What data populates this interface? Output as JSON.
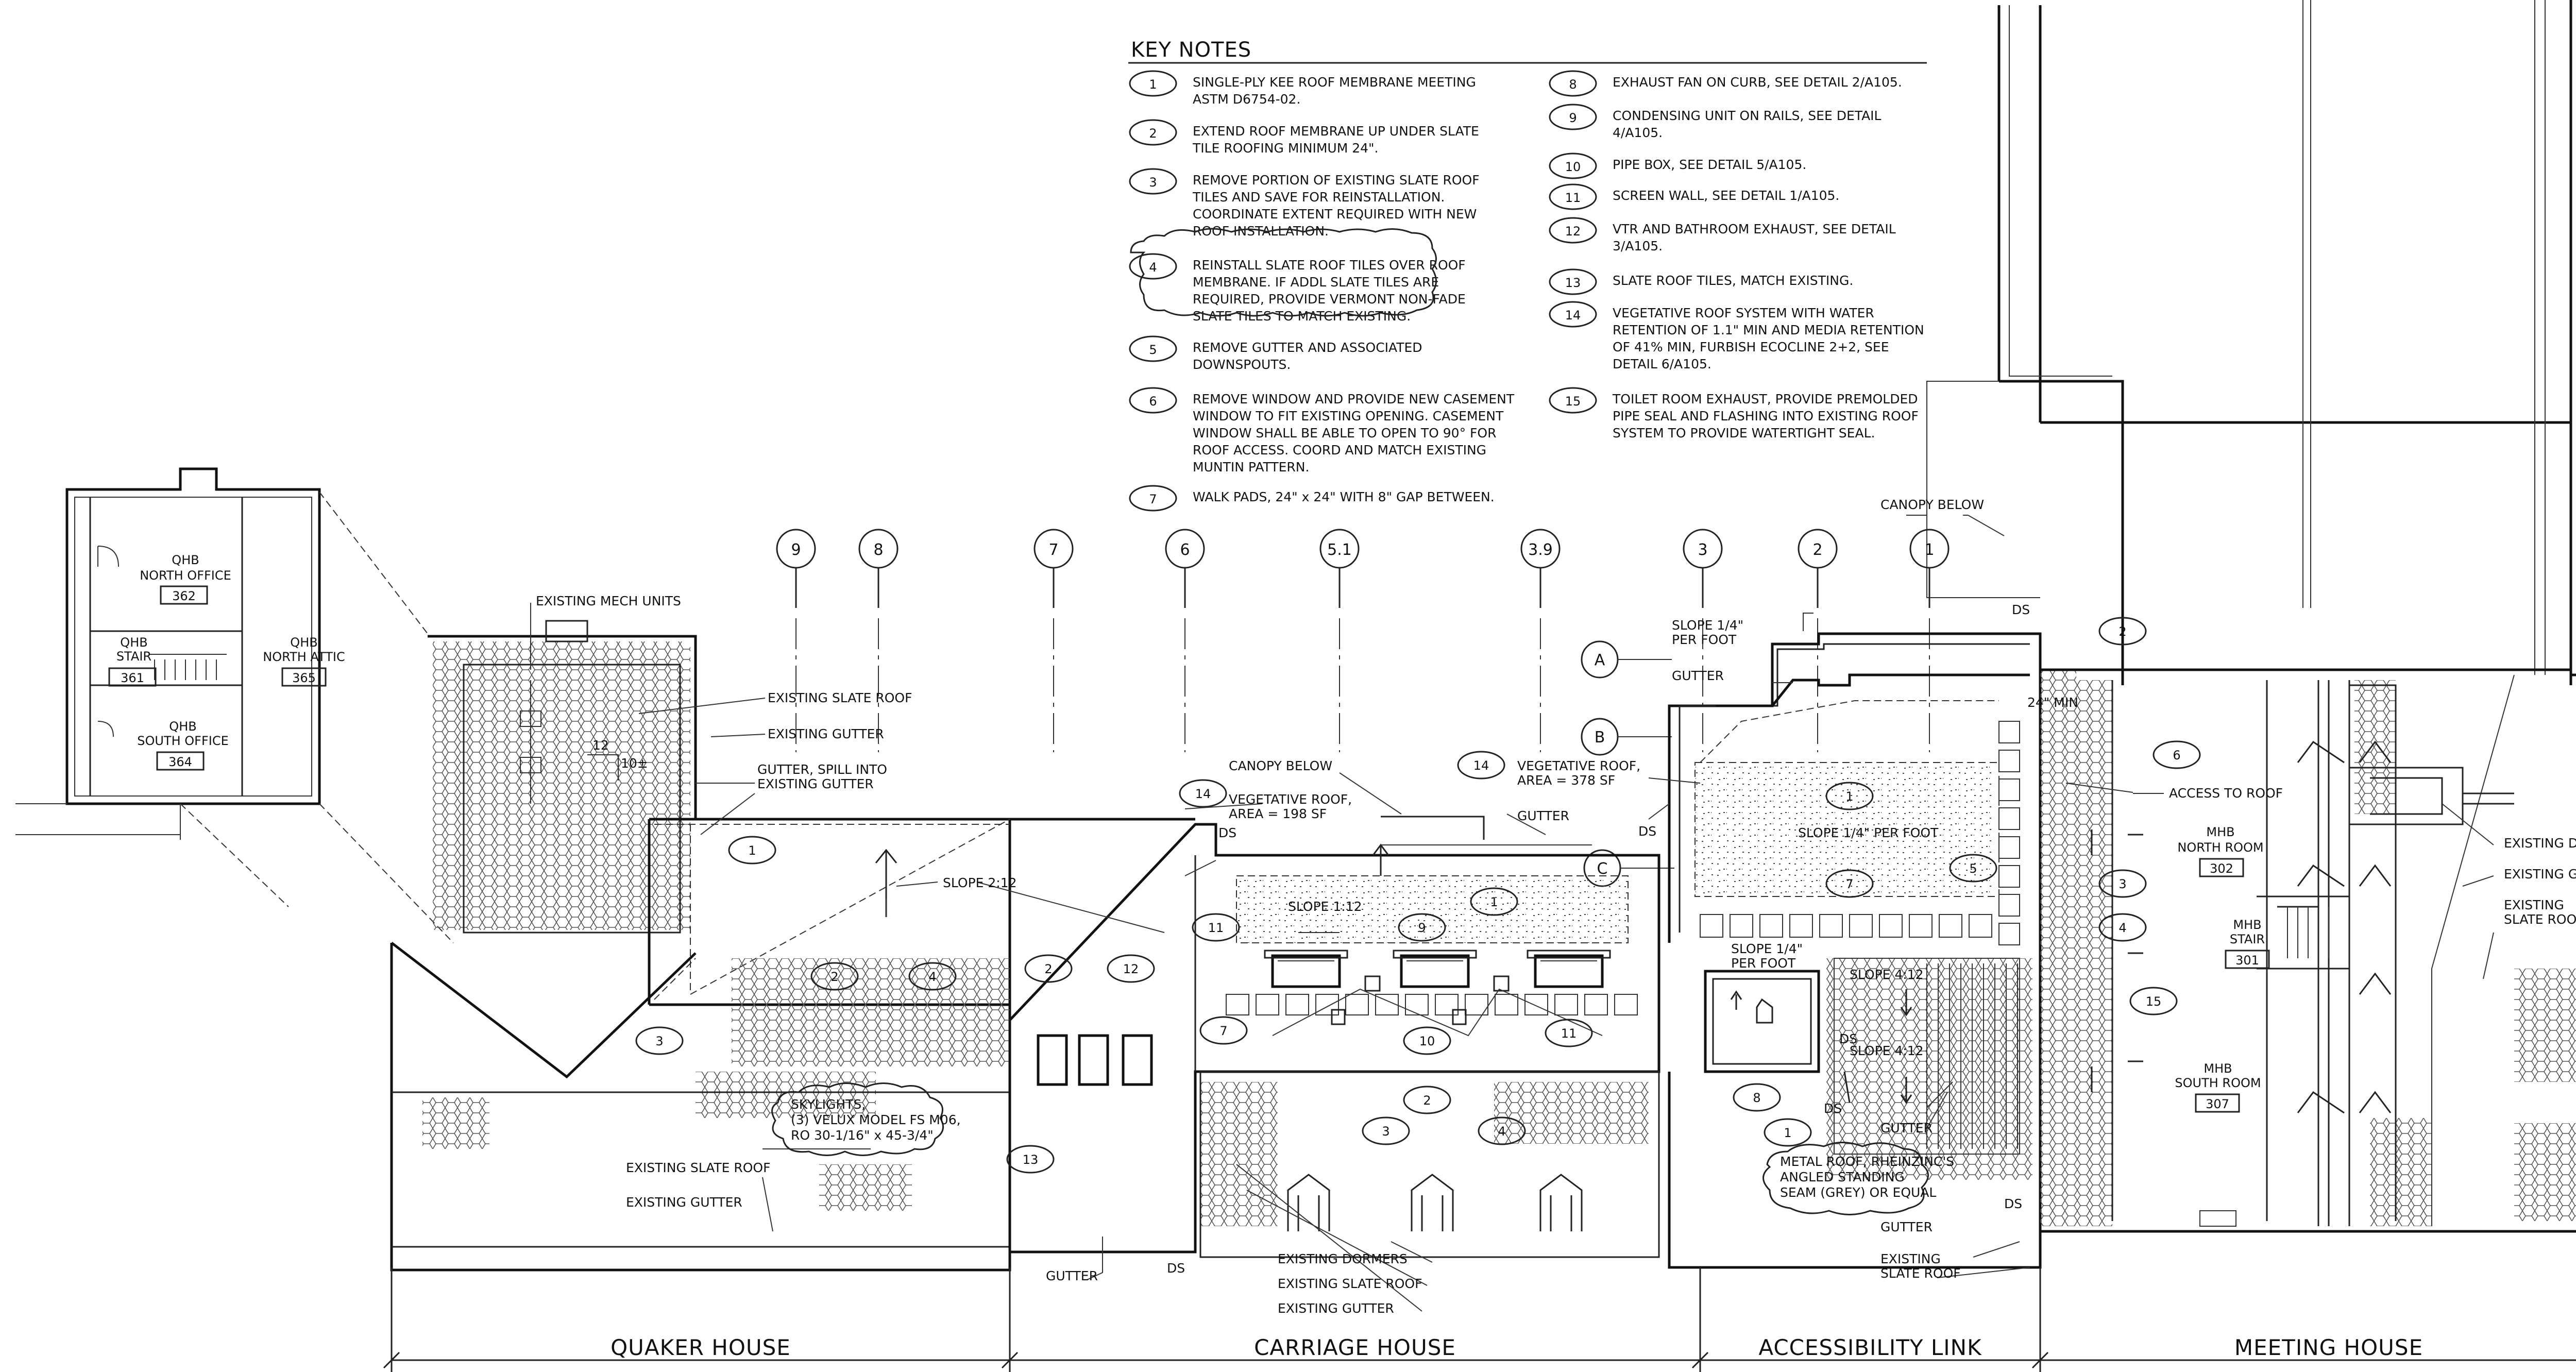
{
  "key_notes": {
    "title": "KEY NOTES",
    "left_column": [
      {
        "num": "1",
        "lines": [
          "SINGLE-PLY KEE ROOF MEMBRANE MEETING",
          "ASTM D6754-02."
        ]
      },
      {
        "num": "2",
        "lines": [
          "EXTEND ROOF MEMBRANE UP UNDER SLATE",
          "TILE ROOFING MINIMUM 24\"."
        ]
      },
      {
        "num": "3",
        "lines": [
          "REMOVE PORTION OF EXISTING SLATE ROOF",
          "TILES AND SAVE FOR REINSTALLATION.",
          "COORDINATE EXTENT REQUIRED WITH NEW",
          "ROOF INSTALLATION."
        ]
      },
      {
        "num": "4",
        "lines": [
          "REINSTALL SLATE ROOF TILES OVER ROOF",
          "MEMBRANE.  IF ADDL SLATE TILES ARE",
          "REQUIRED, PROVIDE VERMONT NON-FADE",
          "SLATE TILES TO MATCH EXISTING."
        ]
      },
      {
        "num": "5",
        "lines": [
          "REMOVE GUTTER AND ASSOCIATED",
          "DOWNSPOUTS."
        ]
      },
      {
        "num": "6",
        "lines": [
          "REMOVE WINDOW AND PROVIDE NEW CASEMENT",
          "WINDOW TO FIT EXISTING OPENING.  CASEMENT",
          "WINDOW SHALL BE ABLE TO OPEN TO 90° FOR",
          "ROOF ACCESS.  COORD AND MATCH EXISTING",
          "MUNTIN PATTERN."
        ]
      },
      {
        "num": "7",
        "lines": [
          "WALK PADS, 24\" x 24\" WITH 8\" GAP BETWEEN."
        ]
      }
    ],
    "right_column": [
      {
        "num": "8",
        "lines": [
          "EXHAUST FAN ON CURB, SEE DETAIL 2/A105."
        ]
      },
      {
        "num": "9",
        "lines": [
          "CONDENSING UNIT ON RAILS, SEE DETAIL",
          "4/A105."
        ]
      },
      {
        "num": "10",
        "lines": [
          "PIPE BOX, SEE DETAIL 5/A105."
        ]
      },
      {
        "num": "11",
        "lines": [
          "SCREEN WALL, SEE DETAIL 1/A105."
        ]
      },
      {
        "num": "12",
        "lines": [
          "VTR AND BATHROOM EXHAUST, SEE DETAIL",
          "3/A105."
        ]
      },
      {
        "num": "13",
        "lines": [
          "SLATE ROOF TILES, MATCH EXISTING."
        ]
      },
      {
        "num": "14",
        "lines": [
          "VEGETATIVE ROOF SYSTEM WITH WATER",
          "RETENTION OF 1.1\" MIN AND MEDIA RETENTION",
          "OF 41% MIN, FURBISH ECOCLINE 2+2, SEE",
          "DETAIL 6/A105."
        ]
      },
      {
        "num": "15",
        "lines": [
          "TOILET ROOM EXHAUST, PROVIDE PREMOLDED",
          "PIPE SEAL AND FLASHING INTO EXISTING ROOF",
          "SYSTEM TO PROVIDE WATERTIGHT SEAL."
        ]
      }
    ]
  },
  "grid_columns": [
    "9",
    "8",
    "7",
    "6",
    "5.1",
    "3.9",
    "3",
    "2",
    "1"
  ],
  "grid_rows": [
    "A",
    "B",
    "C"
  ],
  "rooms": {
    "north_office": {
      "name1": "QHB",
      "name2": "NORTH OFFICE",
      "num": "362"
    },
    "stair": {
      "name1": "QHB",
      "name2": "STAIR",
      "num": "361"
    },
    "north_attic": {
      "name1": "QHB",
      "name2": "NORTH ATTIC",
      "num": "365"
    },
    "south_office": {
      "name1": "QHB",
      "name2": "SOUTH OFFICE",
      "num": "364"
    },
    "mh_north": {
      "name1": "MHB",
      "name2": "NORTH ROOM",
      "num": "302"
    },
    "mh_stair": {
      "name1": "MHB",
      "name2": "STAIR",
      "num": "301"
    },
    "mh_south": {
      "name1": "MHB",
      "name2": "SOUTH ROOM",
      "num": "307"
    }
  },
  "labels": {
    "existing_mech_units": "EXISTING MECH UNITS",
    "existing_slate_roof": "EXISTING SLATE ROOF",
    "existing_gutter": "EXISTING GUTTER",
    "gutter_spill_1": "GUTTER, SPILL INTO",
    "gutter_spill_2": "EXISTING GUTTER",
    "slope_2_12": "SLOPE 2:12",
    "slope_1_12": "SLOPE 1:12",
    "canopy_below": "CANOPY BELOW",
    "veg_roof_198_1": "VEGETATIVE ROOF,",
    "veg_roof_198_2": "AREA = 198 SF",
    "veg_roof_378_1": "VEGETATIVE ROOF,",
    "veg_roof_378_2": "AREA = 378 SF",
    "gutter": "GUTTER",
    "ds": "DS",
    "slope_quarter_1": "SLOPE 1/4\"",
    "slope_quarter_2": "PER FOOT",
    "slope_quarter_per_foot": "SLOPE 1/4\" PER FOOT",
    "slope_4_12": "SLOPE 4:12",
    "min_24": "24\" MIN",
    "access_to_roof": "ACCESS TO ROOF",
    "existing_dormers": "EXISTING DORMERS",
    "existing_slate_roof_1": "EXISTING",
    "existing_slate_roof_2": "SLATE ROOF",
    "skylights_1": "SKYLIGHTS,",
    "skylights_2": "(3) VELUX MODEL FS M06,",
    "skylights_3": "RO 30-1/16\" x 45-3/4\"",
    "metal_roof_1": "METAL ROOF, RHEINZINC'S",
    "metal_roof_2": "ANGLED STANDING",
    "metal_roof_3": "SEAM (GREY) OR EQUAL",
    "pitch_12": "12",
    "pitch_10": "10±"
  },
  "building_names": [
    "QUAKER HOUSE",
    "CARRIAGE HOUSE",
    "ACCESSIBILITY LINK",
    "MEETING HOUSE"
  ]
}
